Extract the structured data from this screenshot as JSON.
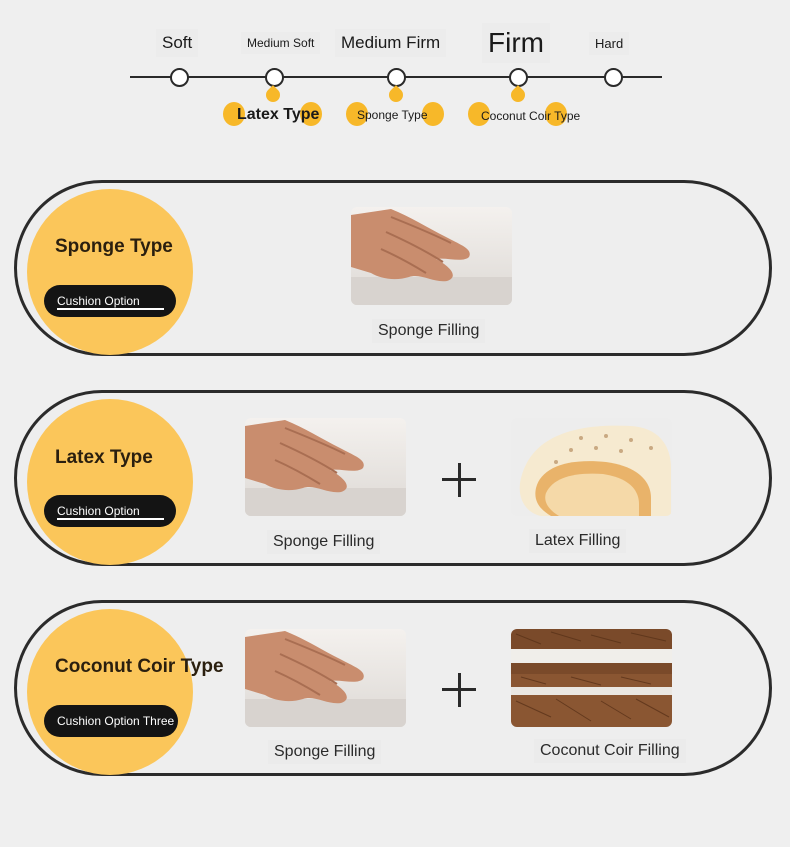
{
  "firmness_scale": {
    "levels": [
      "Soft",
      "Medium Soft",
      "Medium Firm",
      "Firm",
      "Hard"
    ],
    "types": [
      "Latex Type",
      "Sponge Type",
      "Coconut Coir Type"
    ]
  },
  "cards": [
    {
      "title": "Sponge Type",
      "option": "Cushion Option",
      "fillings": [
        "Sponge Filling"
      ]
    },
    {
      "title": "Latex Type",
      "option": "Cushion Option",
      "fillings": [
        "Sponge Filling",
        "Latex Filling"
      ]
    },
    {
      "title": "Coconut Coir Type",
      "option": "Cushion Option Three",
      "fillings": [
        "Sponge Filling",
        "Coconut Coir Filling"
      ]
    }
  ],
  "colors": {
    "accent": "#fbc65a",
    "drop": "#f7b829",
    "pill": "#141414",
    "border": "#2b2b2b"
  }
}
